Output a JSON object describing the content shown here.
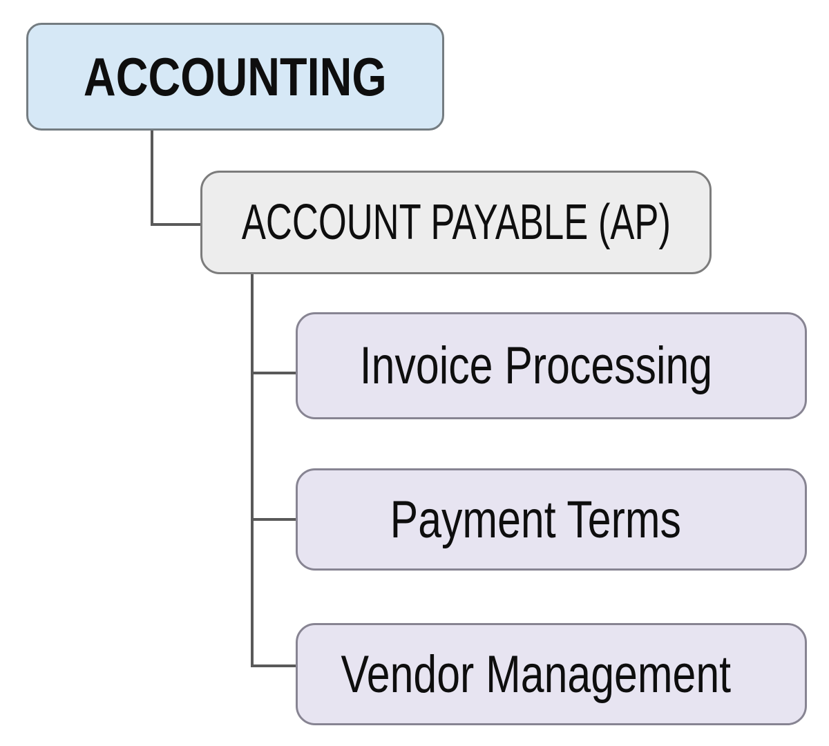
{
  "diagram": {
    "type": "org-hierarchy",
    "root": {
      "label": "ACCOUNTING",
      "fill": "#d6e8f6"
    },
    "child": {
      "label": "ACCOUNT PAYABLE (AP)",
      "fill": "#ededed"
    },
    "leaves": [
      {
        "label": "Invoice Processing",
        "fill": "#e7e4f1"
      },
      {
        "label": "Payment Terms",
        "fill": "#e7e4f1"
      },
      {
        "label": "Vendor Management",
        "fill": "#e7e4f1"
      }
    ],
    "colors": {
      "background": "#ffffff",
      "root_fill": "#d6e8f6",
      "child_fill": "#ededed",
      "leaf_fill": "#e7e4f1",
      "box_border": "#7c7c7c",
      "connector": "#595959",
      "text": "#0e0e0e"
    }
  }
}
